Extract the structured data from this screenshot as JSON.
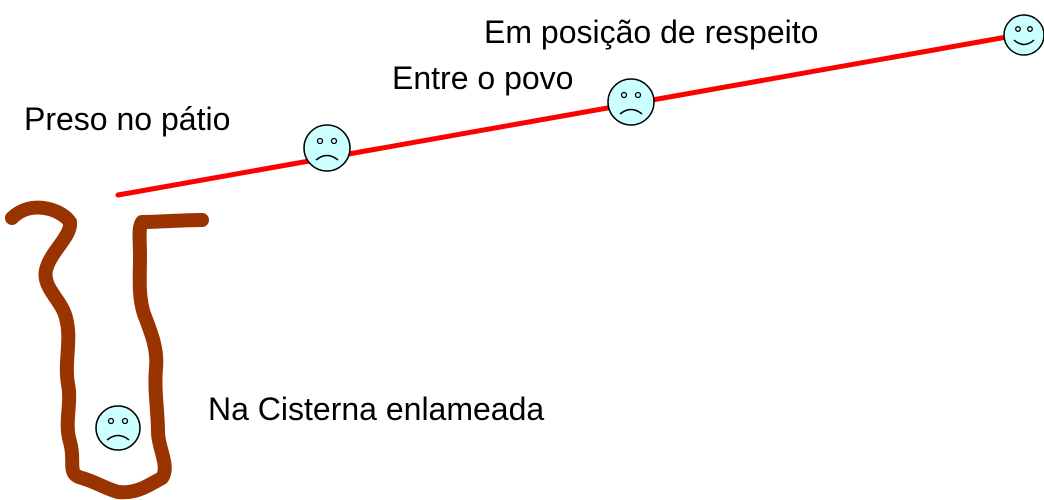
{
  "labels": {
    "respeito": "Em posição de respeito",
    "povo": "Entre o povo",
    "patio": "Preso no pátio",
    "cisterna": "Na Cisterna enlameada"
  },
  "faces": [
    {
      "name": "face-respeito",
      "expression": "happy"
    },
    {
      "name": "face-povo",
      "expression": "sad"
    },
    {
      "name": "face-patio",
      "expression": "sad"
    },
    {
      "name": "face-cisterna",
      "expression": "sad"
    }
  ],
  "colors": {
    "path_line": "#ff0000",
    "cistern": "#993300",
    "face_fill": "#ccffff",
    "face_stroke": "#000000",
    "text": "#000000"
  }
}
